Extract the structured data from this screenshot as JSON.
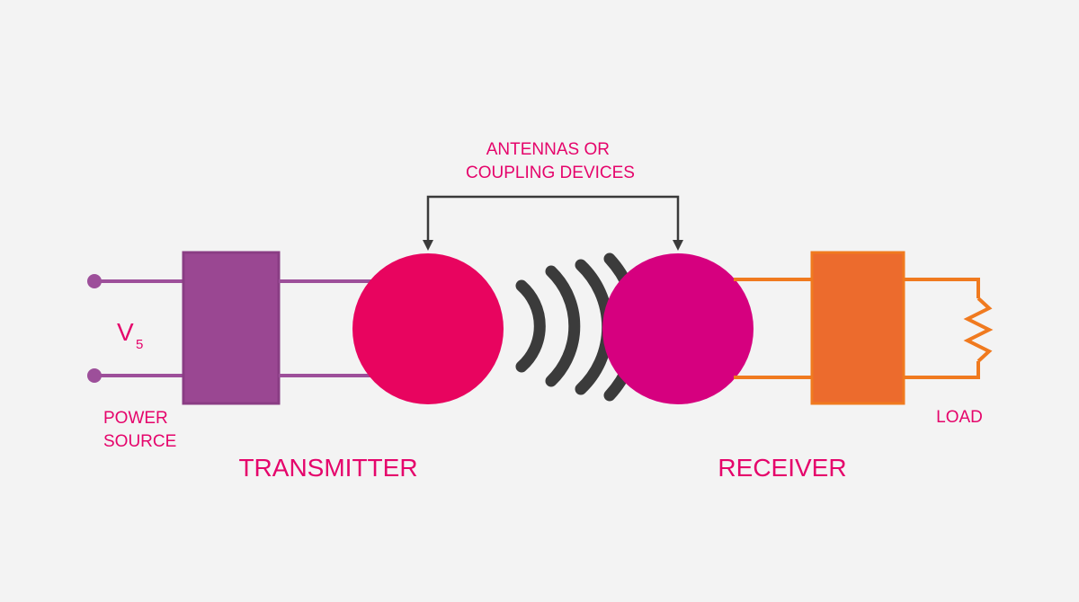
{
  "labels": {
    "voltage": "V",
    "voltage_subscript": "5",
    "power_source_line1": "POWER",
    "power_source_line2": "SOURCE",
    "antennas_line1": "ANTENNAS OR",
    "antennas_line2": "COUPLING DEVICES",
    "transmitter": "TRANSMITTER",
    "receiver": "RECEIVER",
    "load": "LOAD"
  },
  "colors": {
    "background": "#f3f3f3",
    "label_pink": "#e5046b",
    "transmitter_purple": "#9a4792",
    "transmitter_wire": "#9d4f9a",
    "transmitter_antenna": "#e8045f",
    "receiver_antenna": "#d6007f",
    "receiver_orange": "#ec6b2d",
    "receiver_wire": "#f07a1f",
    "wave_dark": "#3b3b3b",
    "bracket_dark": "#3a3a3a"
  }
}
